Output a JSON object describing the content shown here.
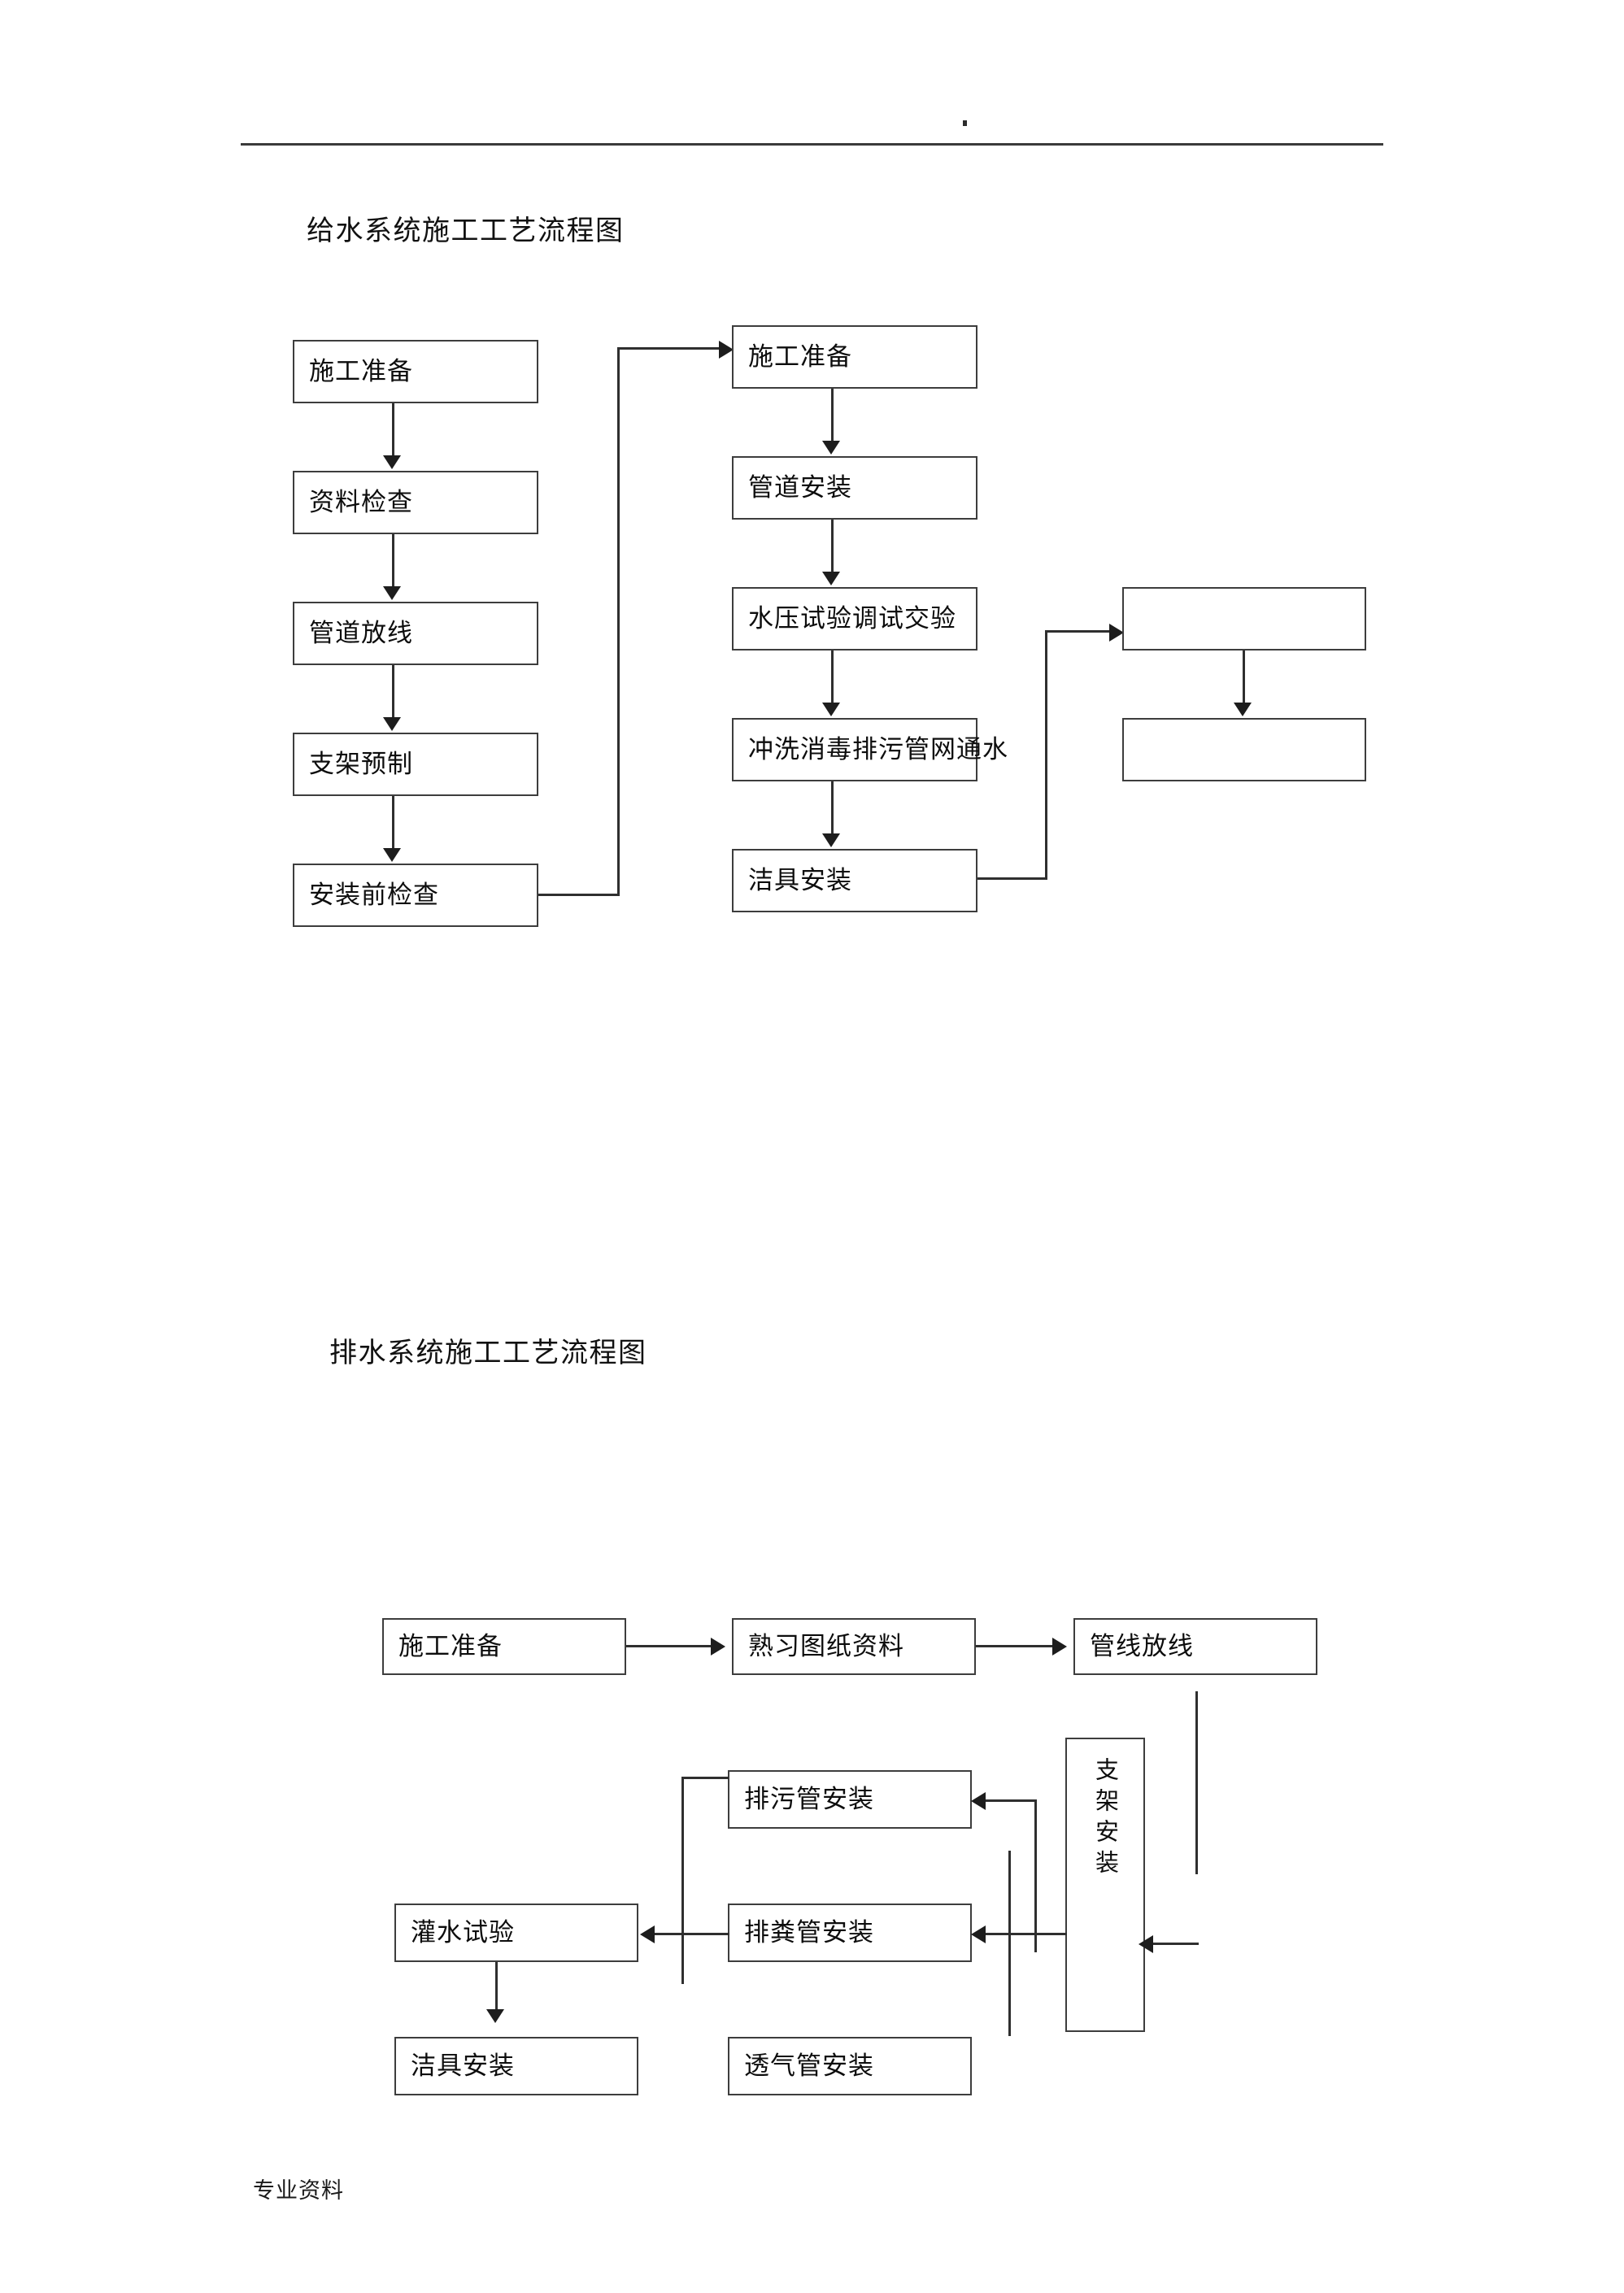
{
  "page": {
    "footer_text": "专业资料",
    "header_dot": "."
  },
  "sections": [
    {
      "id": "water-supply",
      "heading": "给水系统施工工艺流程图"
    },
    {
      "id": "drainage",
      "heading": "排水系统施工工艺流程图"
    }
  ],
  "flowchart_1": {
    "title": "给水系统施工工艺流程图",
    "left_column": [
      {
        "id": "l1",
        "label": "施工准备"
      },
      {
        "id": "l2",
        "label": "资料检查"
      },
      {
        "id": "l3",
        "label": "管道放线"
      },
      {
        "id": "l4",
        "label": "支架预制"
      },
      {
        "id": "l5",
        "label": "安装前检查"
      }
    ],
    "middle_column": [
      {
        "id": "m1",
        "label": "施工准备"
      },
      {
        "id": "m2",
        "label": "管道安装"
      },
      {
        "id": "m3",
        "label": "水压试验调试交验"
      },
      {
        "id": "m4",
        "label": "冲洗消毒排污管网通水"
      },
      {
        "id": "m5",
        "label": "洁具安装"
      }
    ],
    "right_column": [
      {
        "id": "r1",
        "label": ""
      },
      {
        "id": "r2",
        "label": ""
      }
    ]
  },
  "flowchart_2": {
    "title": "排水系统施工工艺流程图",
    "top_row": [
      {
        "id": "d1",
        "label": "施工准备"
      },
      {
        "id": "d2",
        "label": "熟习图纸资料"
      },
      {
        "id": "d3",
        "label": "管线放线"
      }
    ],
    "body": [
      {
        "id": "d4",
        "label": "排污管安装"
      },
      {
        "id": "d5",
        "label": "排粪管安装"
      },
      {
        "id": "d6",
        "label": "透气管安装"
      },
      {
        "id": "d7",
        "label": "灌水试验"
      },
      {
        "id": "d8",
        "label": "洁具安装"
      },
      {
        "id": "d9",
        "label": "支架安装"
      }
    ]
  }
}
